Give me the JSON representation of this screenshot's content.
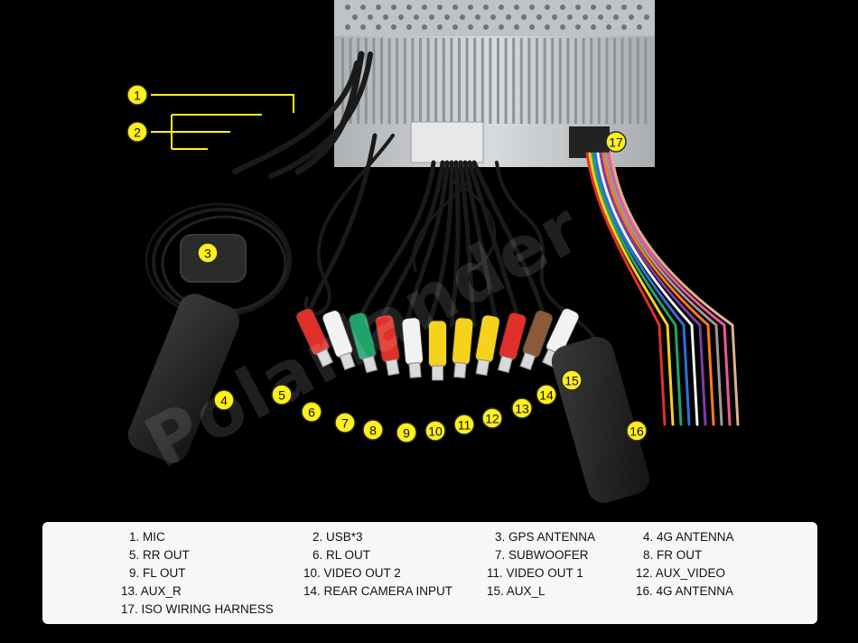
{
  "watermark": "Polarlander",
  "callouts": [
    "1",
    "2",
    "3",
    "4",
    "5",
    "6",
    "7",
    "8",
    "9",
    "10",
    "11",
    "12",
    "13",
    "14",
    "15",
    "16",
    "17"
  ],
  "legend": [
    "1. MIC",
    "2. USB*3",
    "3. GPS ANTENNA",
    "4. 4G ANTENNA",
    "5. RR OUT",
    "6. RL OUT",
    "7. SUBWOOFER",
    "8. FR OUT",
    "9. FL OUT",
    "10. VIDEO OUT 2",
    "11. VIDEO OUT 1",
    "12. AUX_VIDEO",
    "13. AUX_R",
    "14. REAR CAMERA INPUT",
    "15. AUX_L",
    "16. 4G ANTENNA",
    "17. ISO WIRING HARNESS"
  ],
  "colors": {
    "background": "#000000",
    "chassis": "#c9ccce",
    "callout_fill": "#ffef1a",
    "rca_red": "#e0302a",
    "rca_white": "#f2f2f2",
    "rca_green": "#1fa36a",
    "rca_yellow": "#f5d21c",
    "rca_brown": "#8a5a3a",
    "legend_panel": "#f7f7f7"
  }
}
